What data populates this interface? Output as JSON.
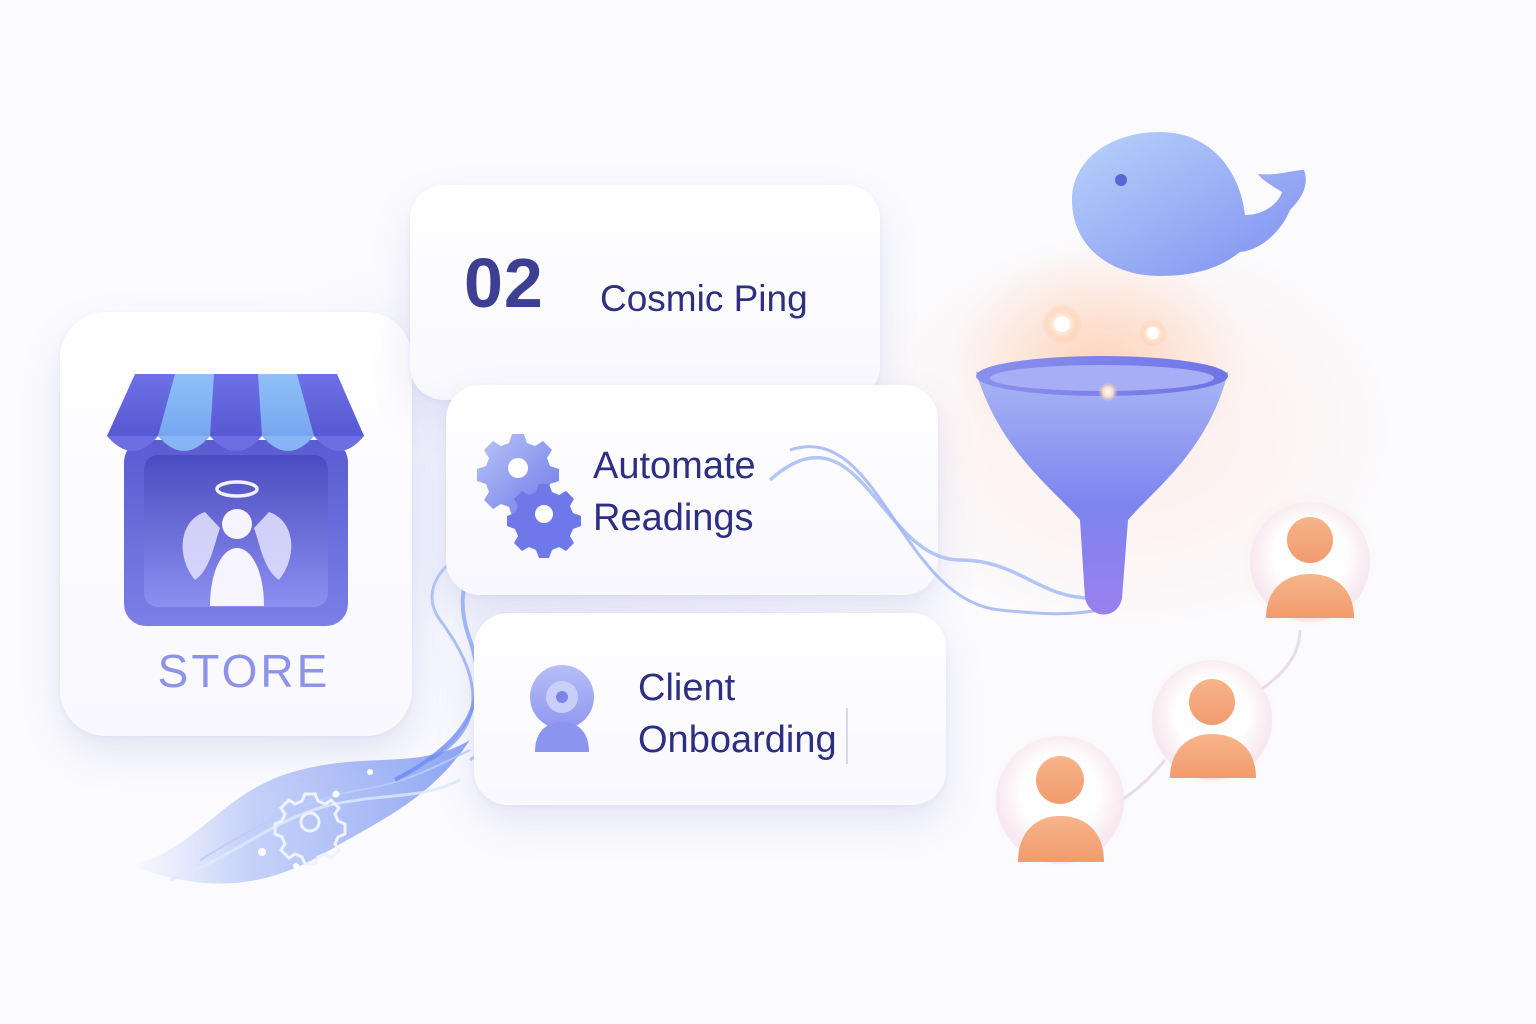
{
  "steps": {
    "ping": {
      "number": "02",
      "label": "Cosmic Ping"
    },
    "automate": {
      "line1": "Automate",
      "line2": "Readings"
    },
    "client": {
      "line1": "Client",
      "line2": "Onboarding"
    }
  },
  "store": {
    "label": "STORE"
  },
  "icons": [
    "storefront-icon",
    "angel-icon",
    "gears-icon",
    "client-avatar-icon",
    "whale-icon",
    "funnel-icon",
    "person-icon"
  ],
  "colors": {
    "primary": "#6b6fe0",
    "dark_text": "#2e2f7e",
    "accent_orange": "#f5a06e",
    "light_blue": "#9fc6f7"
  }
}
